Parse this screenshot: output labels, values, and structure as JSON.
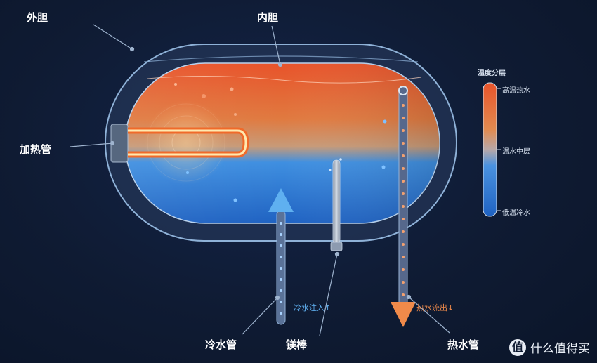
{
  "labels": {
    "outer_tank": "外胆",
    "inner_tank": "内胆",
    "heating_tube": "加热管",
    "cold_pipe": "冷水管",
    "magnesium_rod": "镁棒",
    "hot_pipe": "热水管",
    "cold_inflow": "冷水注入↑",
    "hot_outflow": "热水流出↓"
  },
  "legend": {
    "title": "温度分层",
    "high": "高温热水",
    "mid": "温水中层",
    "low": "低温冷水"
  },
  "watermark": {
    "badge": "值",
    "text": "什么值得买"
  },
  "colors": {
    "hot": "#e8532a",
    "warm": "#d98a5a",
    "cold": "#2a78d8",
    "cold_accent": "#5fb0f0",
    "hot_accent": "#f08a4a"
  }
}
